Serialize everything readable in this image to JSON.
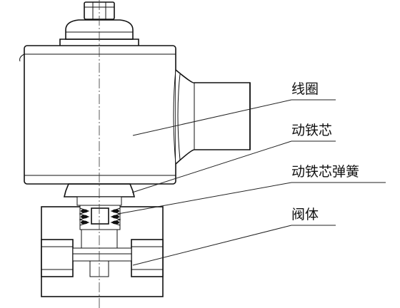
{
  "labels": {
    "coil": "线圈",
    "plunger": "动铁芯",
    "plunger_spring": "动铁芯弹簧",
    "valve_body": "阀体"
  }
}
